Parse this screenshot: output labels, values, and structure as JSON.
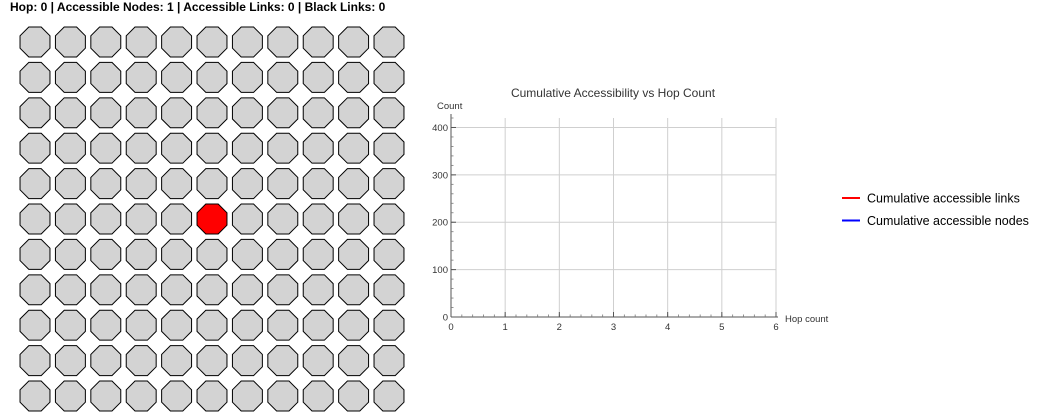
{
  "status": {
    "text": "Hop: 0 | Accessible Nodes: 1 | Accessible Links: 0 | Black Links: 0"
  },
  "grid": {
    "rows": 11,
    "cols": 11,
    "node_fill": "#d3d3d3",
    "node_stroke": "#000000",
    "active_fill": "#ff0000",
    "active_nodes": [
      {
        "row": 5,
        "col": 5
      }
    ]
  },
  "chart_data": {
    "type": "line",
    "title": "Cumulative Accessibility vs Hop Count",
    "xlabel": "Hop count",
    "ylabel": "Count",
    "xlim": [
      0,
      6
    ],
    "ylim": [
      0,
      420
    ],
    "xticks": [
      0,
      1,
      2,
      3,
      4,
      5,
      6
    ],
    "yticks": [
      0,
      100,
      200,
      300,
      400
    ],
    "grid": true,
    "legend_position": "right",
    "series": [
      {
        "name": "Cumulative accessible links",
        "color": "#ff0000",
        "x": [],
        "y": []
      },
      {
        "name": "Cumulative accessible nodes",
        "color": "#0000ff",
        "x": [],
        "y": []
      }
    ]
  }
}
